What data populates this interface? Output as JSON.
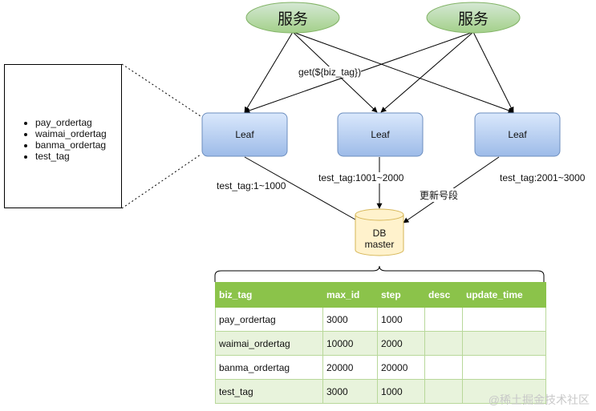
{
  "services": [
    "服务",
    "服务"
  ],
  "leaf_nodes": [
    "Leaf",
    "Leaf",
    "Leaf"
  ],
  "db_label_line1": "DB",
  "db_label_line2": "master",
  "edge_labels": {
    "get": "get(${biz_tag})",
    "range1": "test_tag:1~1000",
    "range2": "test_tag:1001~2000",
    "range3": "test_tag:2001~3000",
    "update": "更新号段"
  },
  "tag_list": [
    "pay_ordertag",
    "waimai_ordertag",
    "banma_ordertag",
    "test_tag"
  ],
  "table": {
    "headers": [
      "biz_tag",
      "max_id",
      "step",
      "desc",
      "update_time"
    ],
    "rows": [
      [
        "pay_ordertag",
        "3000",
        "1000",
        "",
        ""
      ],
      [
        "waimai_ordertag",
        "10000",
        "2000",
        "",
        ""
      ],
      [
        "banma_ordertag",
        "20000",
        "20000",
        "",
        ""
      ],
      [
        "test_tag",
        "3000",
        "1000",
        "",
        ""
      ]
    ]
  },
  "watermark": "@稀土掘金技术社区",
  "colors": {
    "service_fill": "#b9e0a5",
    "service_stroke": "#82b366",
    "leaf_fill": "#b3cdf0",
    "leaf_stroke": "#6c8ebf",
    "db_fill": "#fff2cc",
    "db_stroke": "#d6b656",
    "table_header": "#8bc34a"
  }
}
